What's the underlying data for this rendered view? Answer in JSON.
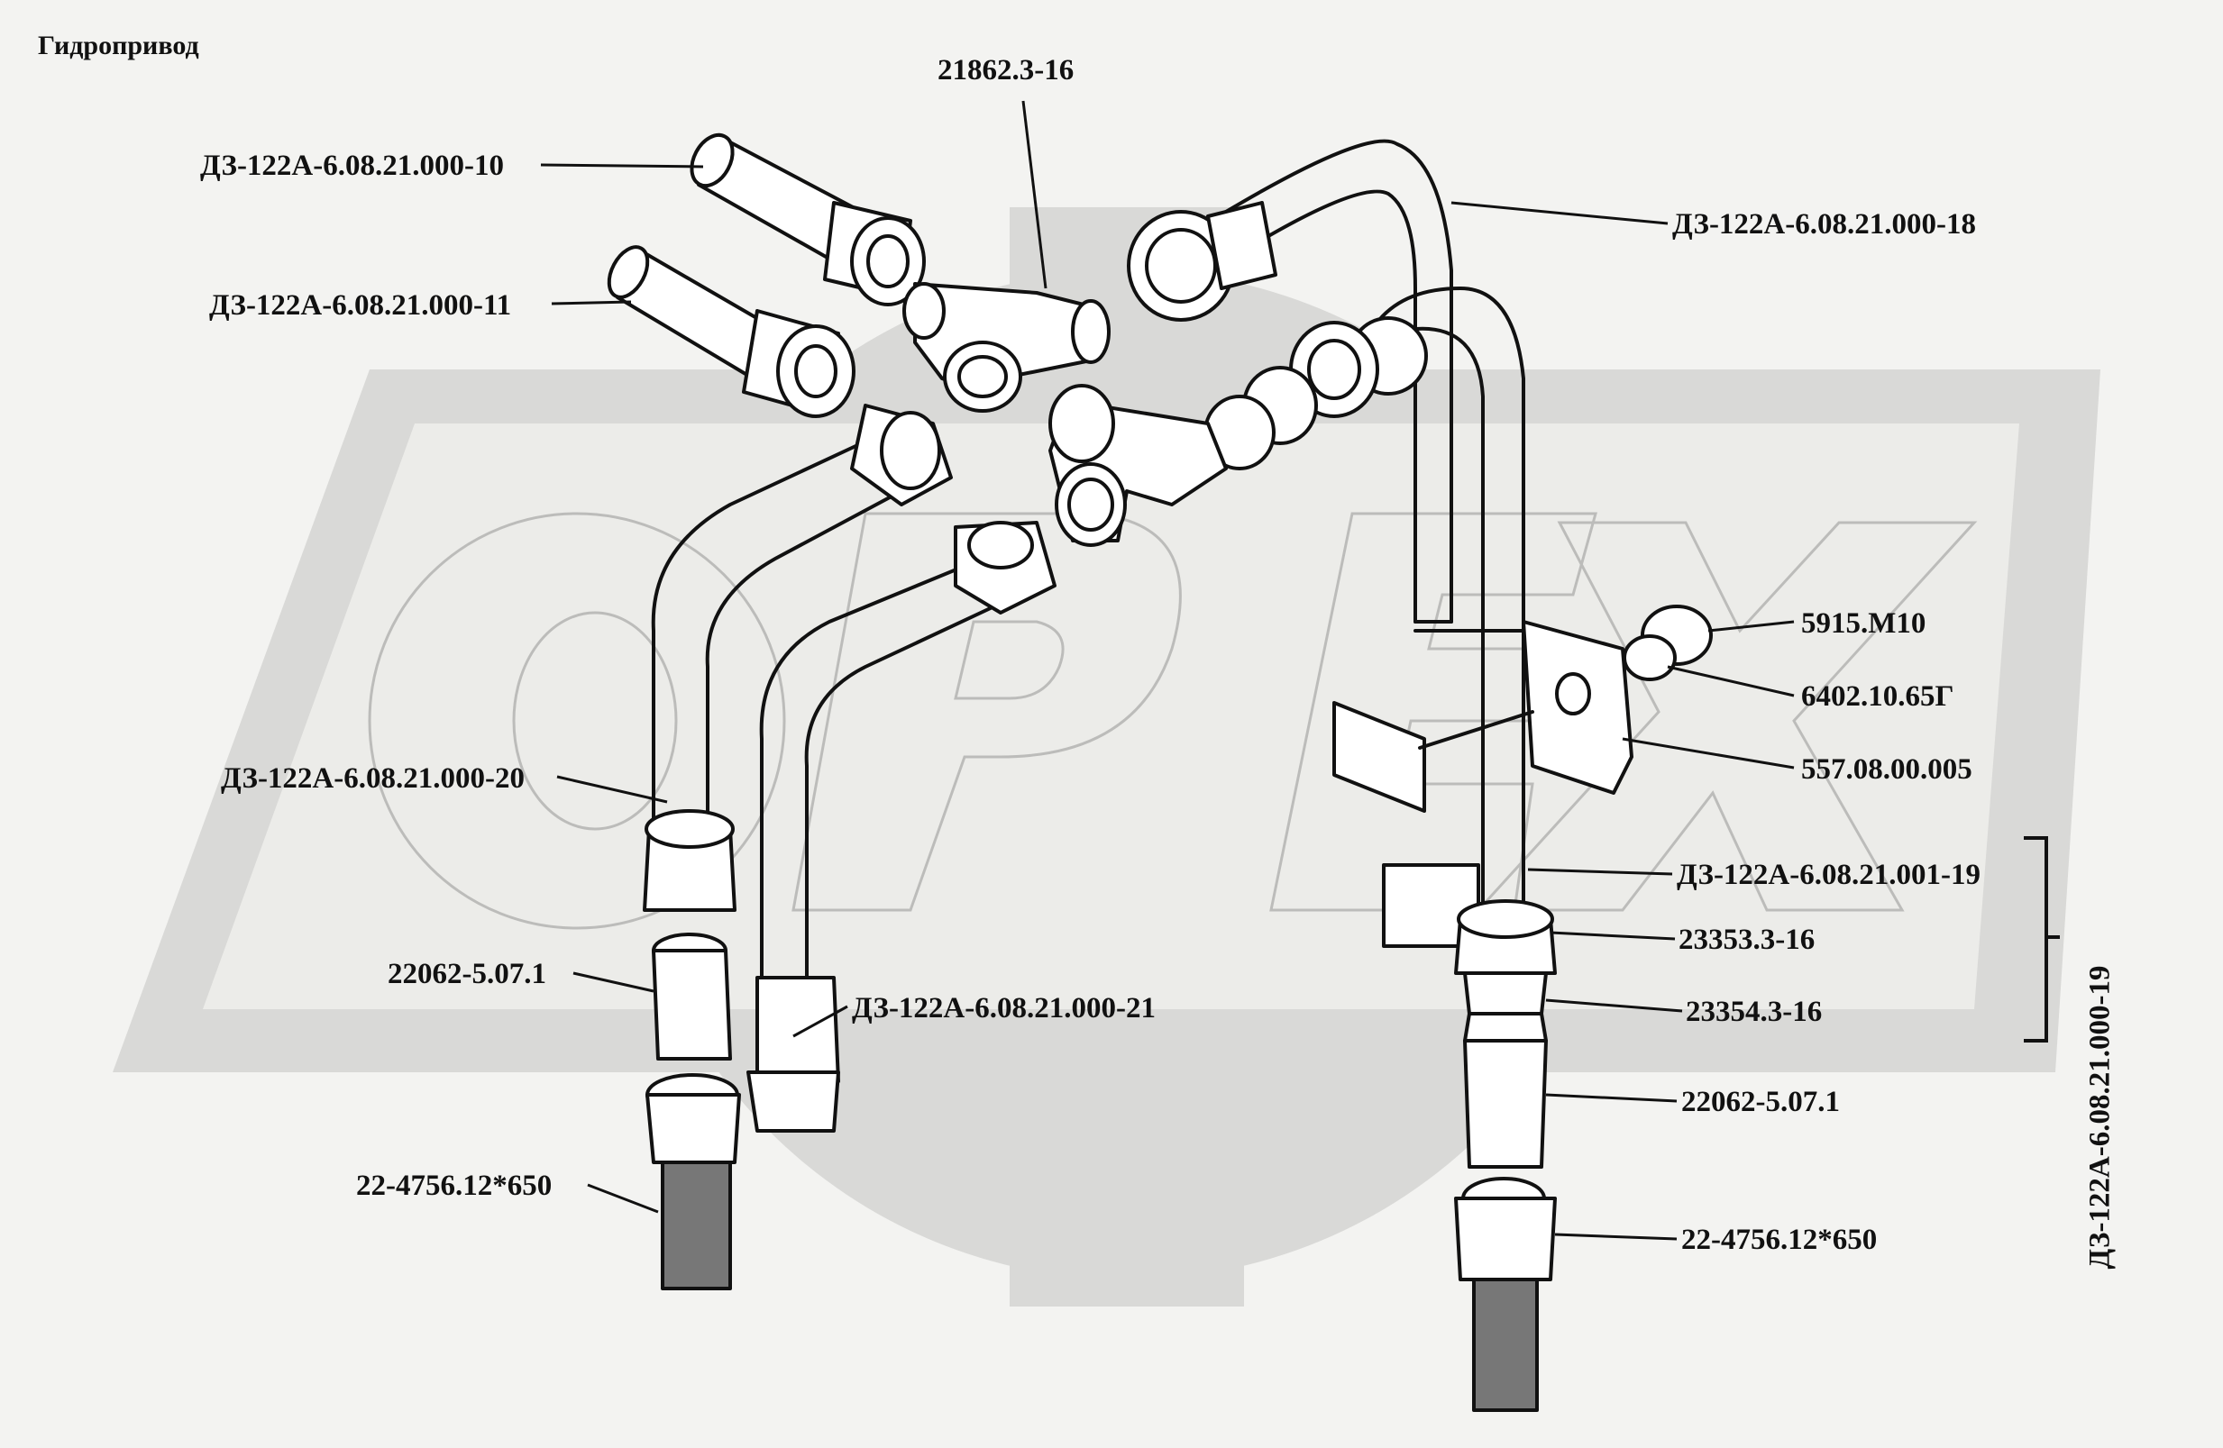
{
  "title": "Гидропривод",
  "watermark": {
    "text": "ОРЕХ",
    "color": "#d9d9d7"
  },
  "colors": {
    "ink": "#111111",
    "background": "#f3f3f1",
    "part_fill": "#ffffff"
  },
  "labels": [
    {
      "id": "l1",
      "text": "21862.3-16"
    },
    {
      "id": "l2",
      "text": "ДЗ-122А-6.08.21.000-10"
    },
    {
      "id": "l3",
      "text": "ДЗ-122А-6.08.21.000-11"
    },
    {
      "id": "l4",
      "text": "ДЗ-122А-6.08.21.000-18"
    },
    {
      "id": "l5",
      "text": "5915.М10"
    },
    {
      "id": "l6",
      "text": "6402.10.65Г"
    },
    {
      "id": "l7",
      "text": "557.08.00.005"
    },
    {
      "id": "l8",
      "text": "ДЗ-122А-6.08.21.000-20"
    },
    {
      "id": "l9",
      "text": "ДЗ-122А-6.08.21.001-19"
    },
    {
      "id": "l10",
      "text": "23353.3-16"
    },
    {
      "id": "l11",
      "text": "22062-5.07.1"
    },
    {
      "id": "l12",
      "text": "ДЗ-122А-6.08.21.000-21"
    },
    {
      "id": "l13",
      "text": "23354.3-16"
    },
    {
      "id": "l14",
      "text": "22062-5.07.1"
    },
    {
      "id": "l15",
      "text": "22-4756.12*650"
    },
    {
      "id": "l16",
      "text": "22-4756.12*650"
    }
  ],
  "group_label": "ДЗ-122А-6.08.21.000-19"
}
